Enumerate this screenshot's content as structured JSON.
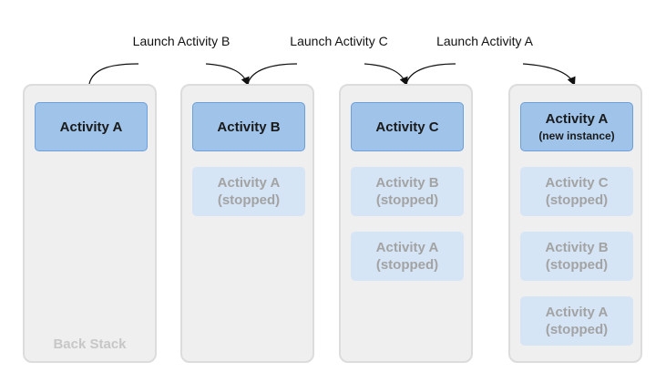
{
  "backstack_label": "Back Stack",
  "launches": [
    {
      "line1": "Launch",
      "line2": "Activity B"
    },
    {
      "line1": "Launch",
      "line2": "Activity C"
    },
    {
      "line1": "Launch",
      "line2": "Activity A"
    }
  ],
  "stacks": [
    {
      "cards": [
        {
          "title": "Activity A",
          "state": "active"
        }
      ]
    },
    {
      "cards": [
        {
          "title": "Activity B",
          "state": "active"
        },
        {
          "title": "Activity A",
          "sub": "(stopped)",
          "state": "stopped"
        }
      ]
    },
    {
      "cards": [
        {
          "title": "Activity C",
          "state": "active"
        },
        {
          "title": "Activity B",
          "sub": "(stopped)",
          "state": "stopped"
        },
        {
          "title": "Activity A",
          "sub": "(stopped)",
          "state": "stopped"
        }
      ]
    },
    {
      "cards": [
        {
          "title": "Activity A",
          "sub": "(new instance)",
          "state": "active"
        },
        {
          "title": "Activity C",
          "sub": "(stopped)",
          "state": "stopped"
        },
        {
          "title": "Activity B",
          "sub": "(stopped)",
          "state": "stopped"
        },
        {
          "title": "Activity A",
          "sub": "(stopped)",
          "state": "stopped"
        }
      ]
    }
  ],
  "colors": {
    "active_fill": "#9fc3e9",
    "active_border": "#6d9fd8",
    "stopped_fill": "#d5e5f6",
    "stopped_text": "#a3a3a3",
    "stack_fill": "#efefef",
    "stack_border": "#dcdcdc"
  }
}
